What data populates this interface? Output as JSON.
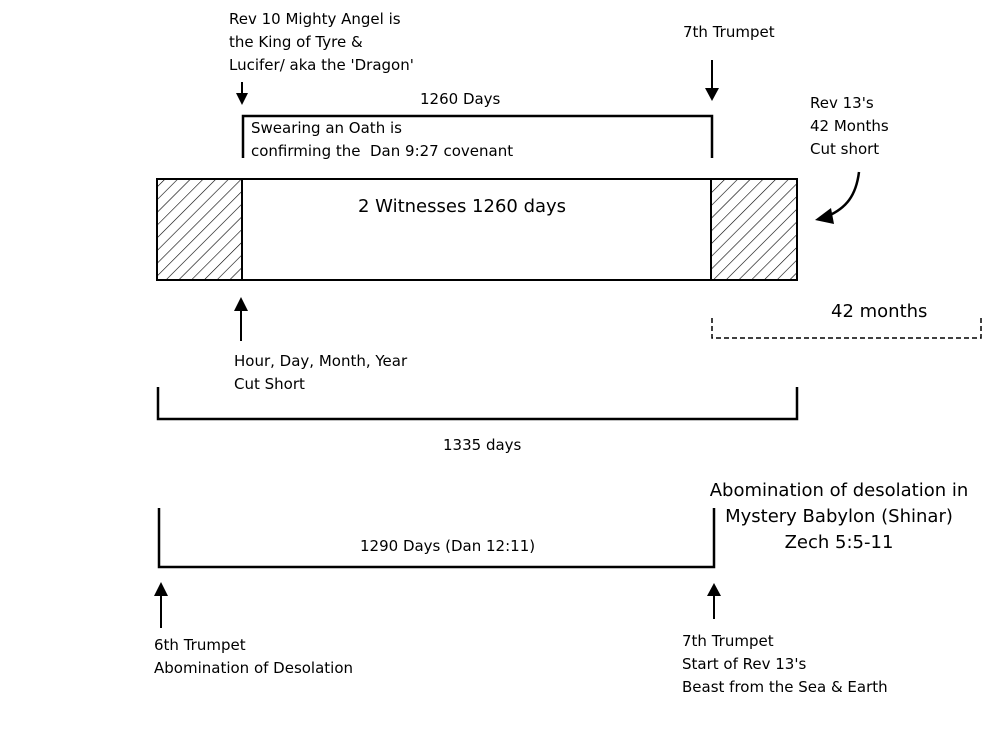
{
  "labels": {
    "mighty_angel": [
      "Rev 10 Mighty Angel is",
      "the King of Tyre &",
      "Lucifer/ aka the 'Dragon'"
    ],
    "seventh_trumpet_top": "7th Trumpet",
    "days_1260": "1260 Days",
    "oath": [
      "Swearing an Oath is",
      "confirming the  Dan 9:27 covenant"
    ],
    "rev13_cut_short": [
      "Rev 13's",
      "42 Months",
      "Cut short"
    ],
    "two_witnesses": "2 Witnesses 1260 days",
    "months_42": "42 months",
    "cut_short": [
      "Hour, Day, Month, Year",
      "Cut Short"
    ],
    "days_1335": "1335 days",
    "abomination_babylon": [
      "Abomination of desolation in",
      "Mystery Babylon (Shinar)",
      "Zech 5:5-11"
    ],
    "days_1290": "1290 Days (Dan 12:11)",
    "sixth_trumpet": [
      "6th Trumpet",
      "Abomination of Desolation"
    ],
    "seventh_trumpet_bottom": [
      "7th Trumpet",
      "Start of Rev 13's",
      "Beast from the Sea & Earth"
    ]
  },
  "colors": {
    "stroke": "#000000",
    "background": "#ffffff"
  }
}
